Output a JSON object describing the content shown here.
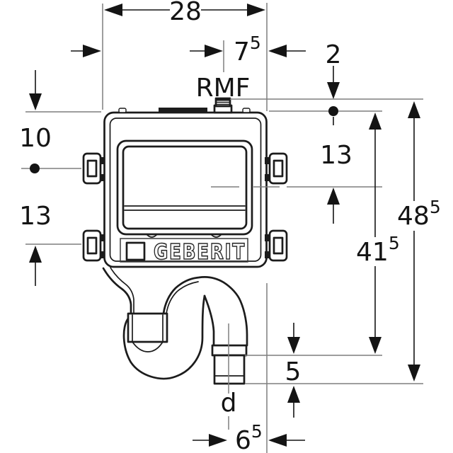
{
  "drawing": {
    "brand_logo": "GEBERIT",
    "labels": {
      "rough_set_connection": "RMF",
      "outlet_diameter": "d"
    },
    "dimensions": {
      "overall_width": "28",
      "rmf_offset": {
        "main": "7",
        "sup": "5"
      },
      "cover_protrusion": "2",
      "left_top_to_upper_fastener": "10",
      "left_fastener_spacing": "13",
      "right_top_to_actuation": "13",
      "height_to_outlet_flange": {
        "main": "41",
        "sup": "5"
      },
      "overall_height": {
        "main": "48",
        "sup": "5"
      },
      "outlet_drop": "5",
      "outlet_horizontal_offset": {
        "main": "6",
        "sup": "5"
      }
    },
    "colors": {
      "object_line": "#1c1c1c",
      "reference_line": "#7f7f7f",
      "dimension_line": "#141414",
      "background": "#ffffff"
    }
  }
}
